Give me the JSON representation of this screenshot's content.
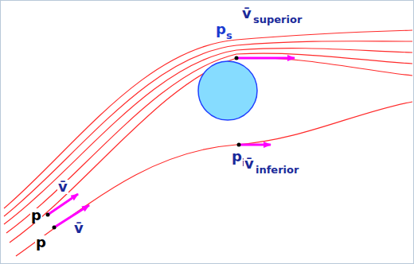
{
  "diagram": {
    "labels": [
      "v̄",
      "superior",
      "p",
      "s",
      "p",
      "i",
      "v̄",
      "inferior",
      "v̄",
      "p",
      "p",
      "v̄"
    ]
  }
}
